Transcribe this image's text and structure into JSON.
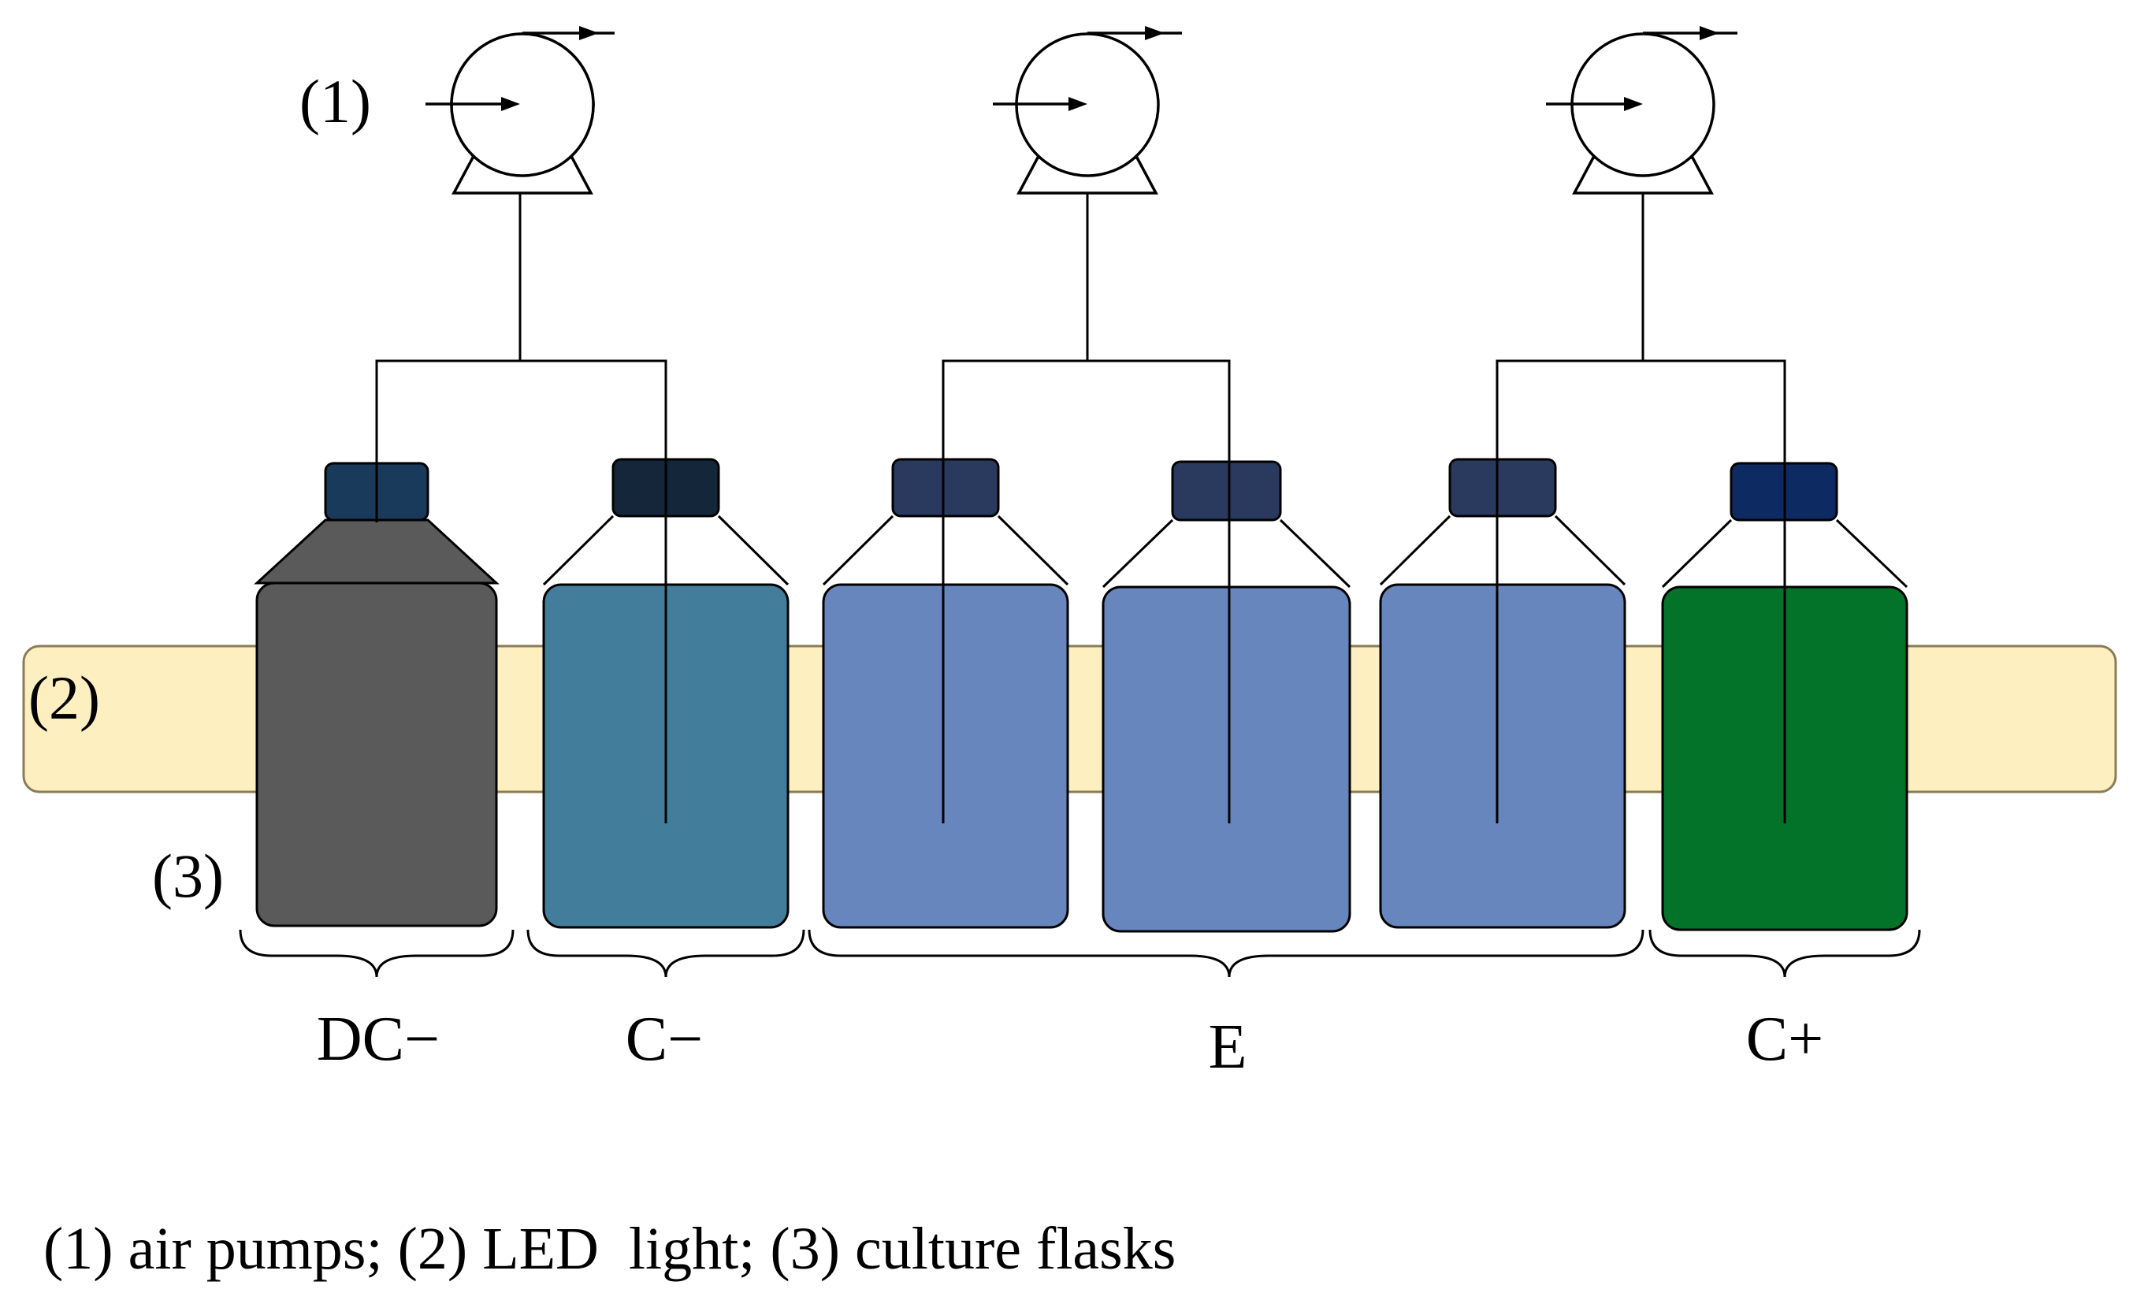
{
  "markers": {
    "pump": "(1)",
    "light": "(2)",
    "flask": "(3)"
  },
  "groups": [
    {
      "label": "DC−"
    },
    {
      "label": "C−"
    },
    {
      "label": "E"
    },
    {
      "label": "C+"
    }
  ],
  "caption": "(1) air pumps; (2) LED  light; (3) culture flasks",
  "colors": {
    "light_band": "#FDEFC0",
    "flask_dc_minus": "#5A5A5A",
    "flask_c_minus": "#427E9C",
    "flask_e": "#6886BE",
    "flask_c_plus": "#037329",
    "cap_dc_minus": "#1A3A5C",
    "cap_c_minus": "#14263A",
    "cap_e": "#2A3A5E",
    "cap_c_plus": "#0E2A62"
  },
  "flasks": [
    {
      "group": "DC−",
      "body_color": "#5A5A5A",
      "cap_color": "#1A3A5C"
    },
    {
      "group": "C−",
      "body_color": "#427E9C",
      "cap_color": "#14263A"
    },
    {
      "group": "E",
      "body_color": "#6886BE",
      "cap_color": "#2A3A5E"
    },
    {
      "group": "E",
      "body_color": "#6886BE",
      "cap_color": "#2A3A5E"
    },
    {
      "group": "E",
      "body_color": "#6886BE",
      "cap_color": "#2A3A5E"
    },
    {
      "group": "C+",
      "body_color": "#037329",
      "cap_color": "#0E2A62"
    }
  ],
  "icons": [
    "air-pump-icon",
    "flow-arrow-icon",
    "led-light-band",
    "culture-flask-icon",
    "curly-brace"
  ]
}
